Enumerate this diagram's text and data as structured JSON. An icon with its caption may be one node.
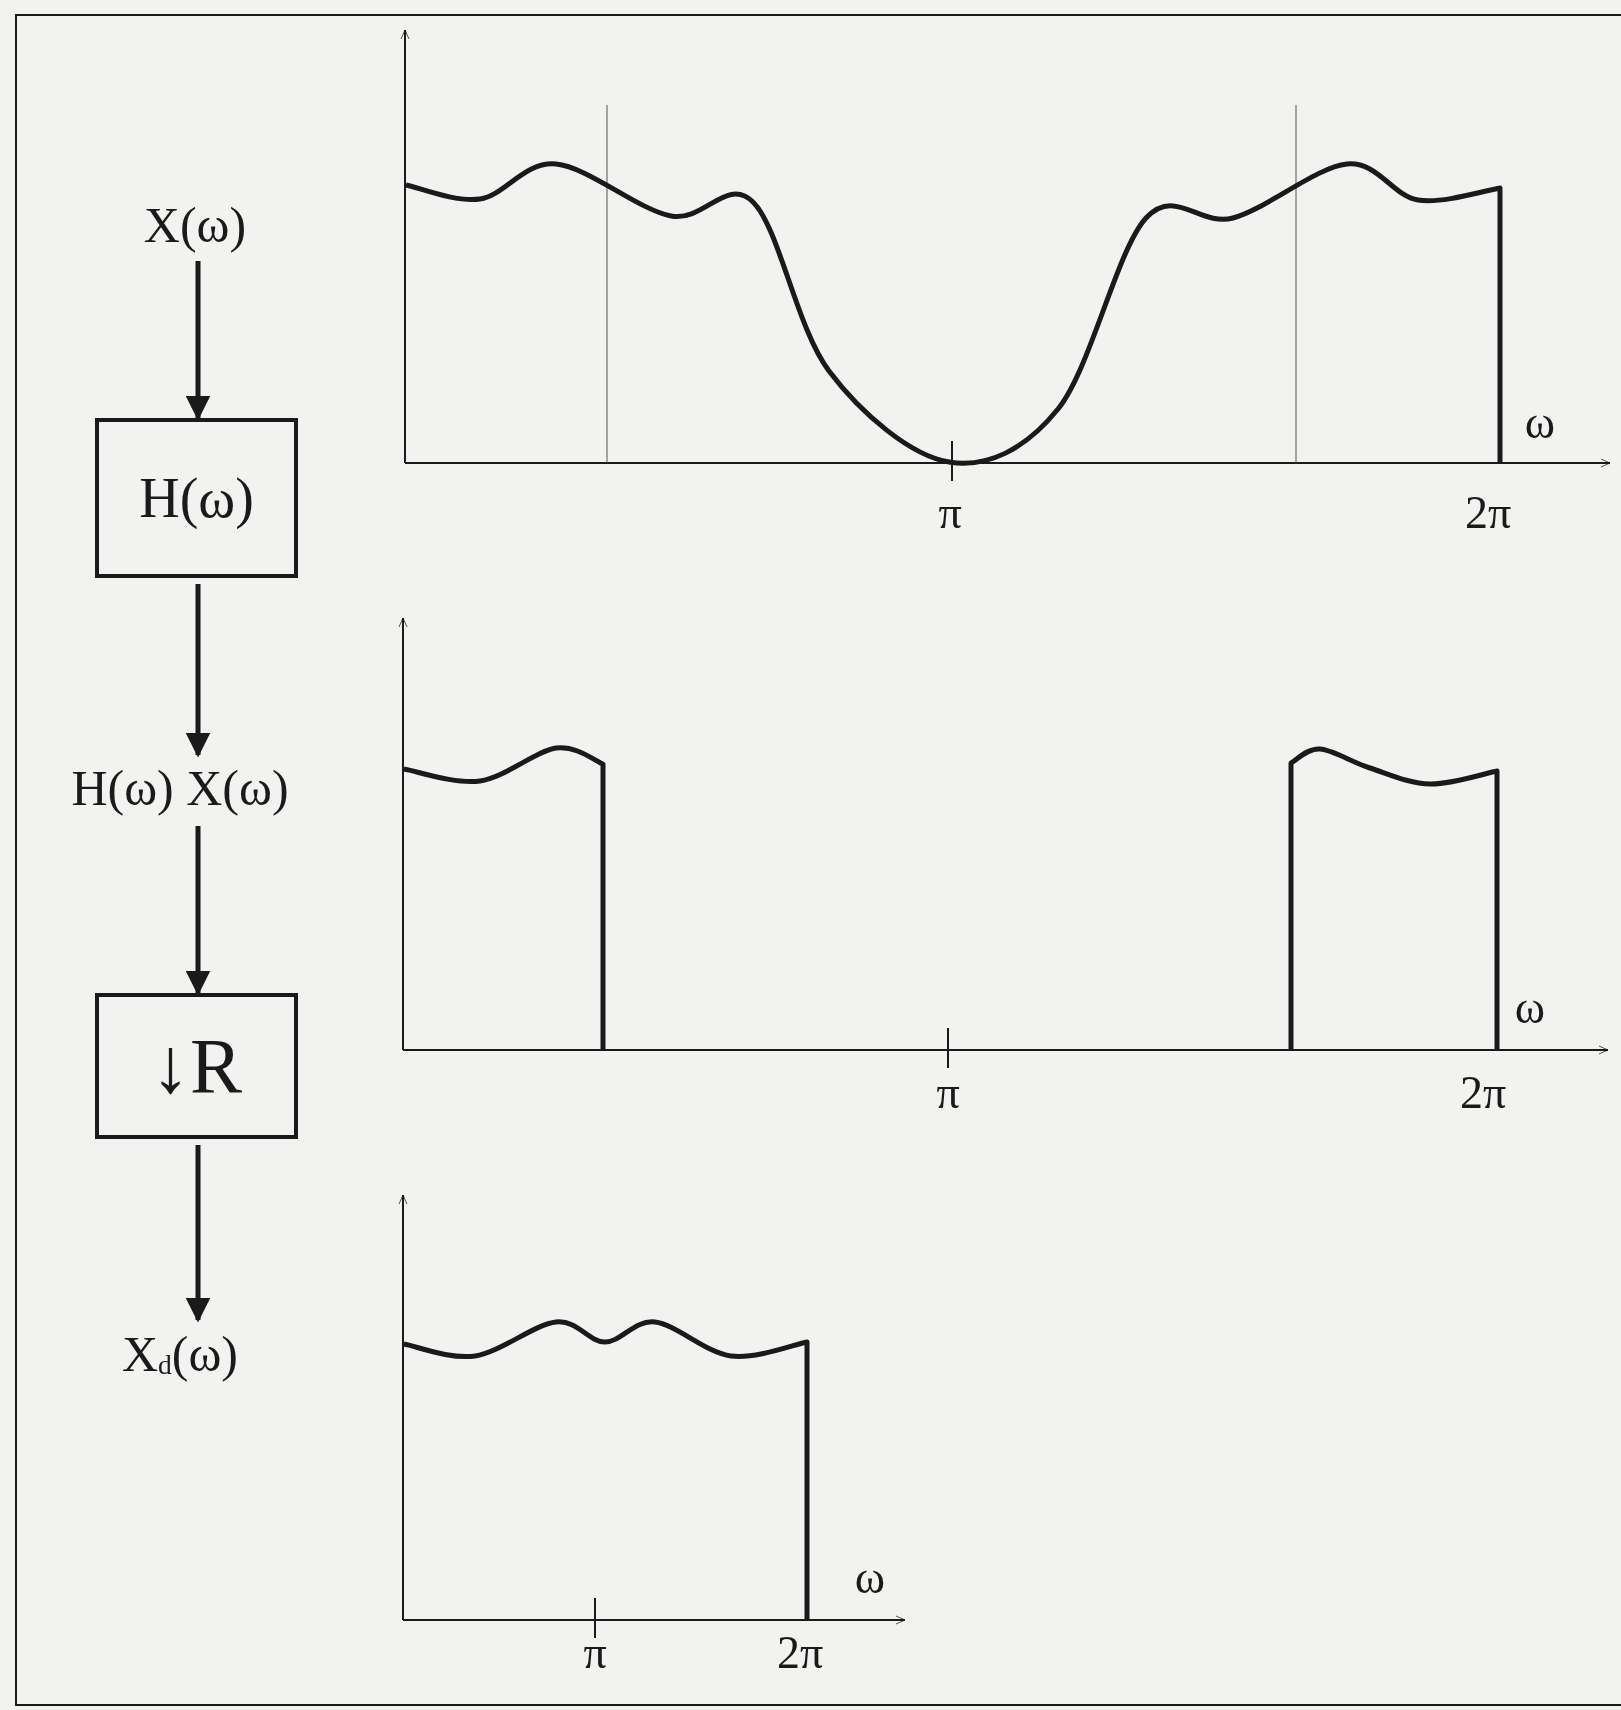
{
  "diagram": {
    "nodes": [
      {
        "text": [
          "X(ω)"
        ]
      },
      {
        "text": [
          "H(ω)"
        ]
      },
      {
        "text": [
          "H(ω) X(ω)"
        ]
      },
      {
        "text": [
          "↓R"
        ]
      },
      {
        "text": [
          "X$_{d}$(ω)"
        ]
      }
    ],
    "edges": [
      {
        "from": 0,
        "to": 1,
        "arrow": "to"
      },
      {
        "from": 1,
        "to": 2,
        "arrow": "to"
      },
      {
        "from": 2,
        "to": 3,
        "arrow": "to"
      },
      {
        "from": 3,
        "to": 4,
        "arrow": "to"
      }
    ],
    "labels": [
      "ω",
      "π",
      "2π",
      "ω",
      "π",
      "2π",
      "ω",
      "π",
      "2π"
    ]
  }
}
